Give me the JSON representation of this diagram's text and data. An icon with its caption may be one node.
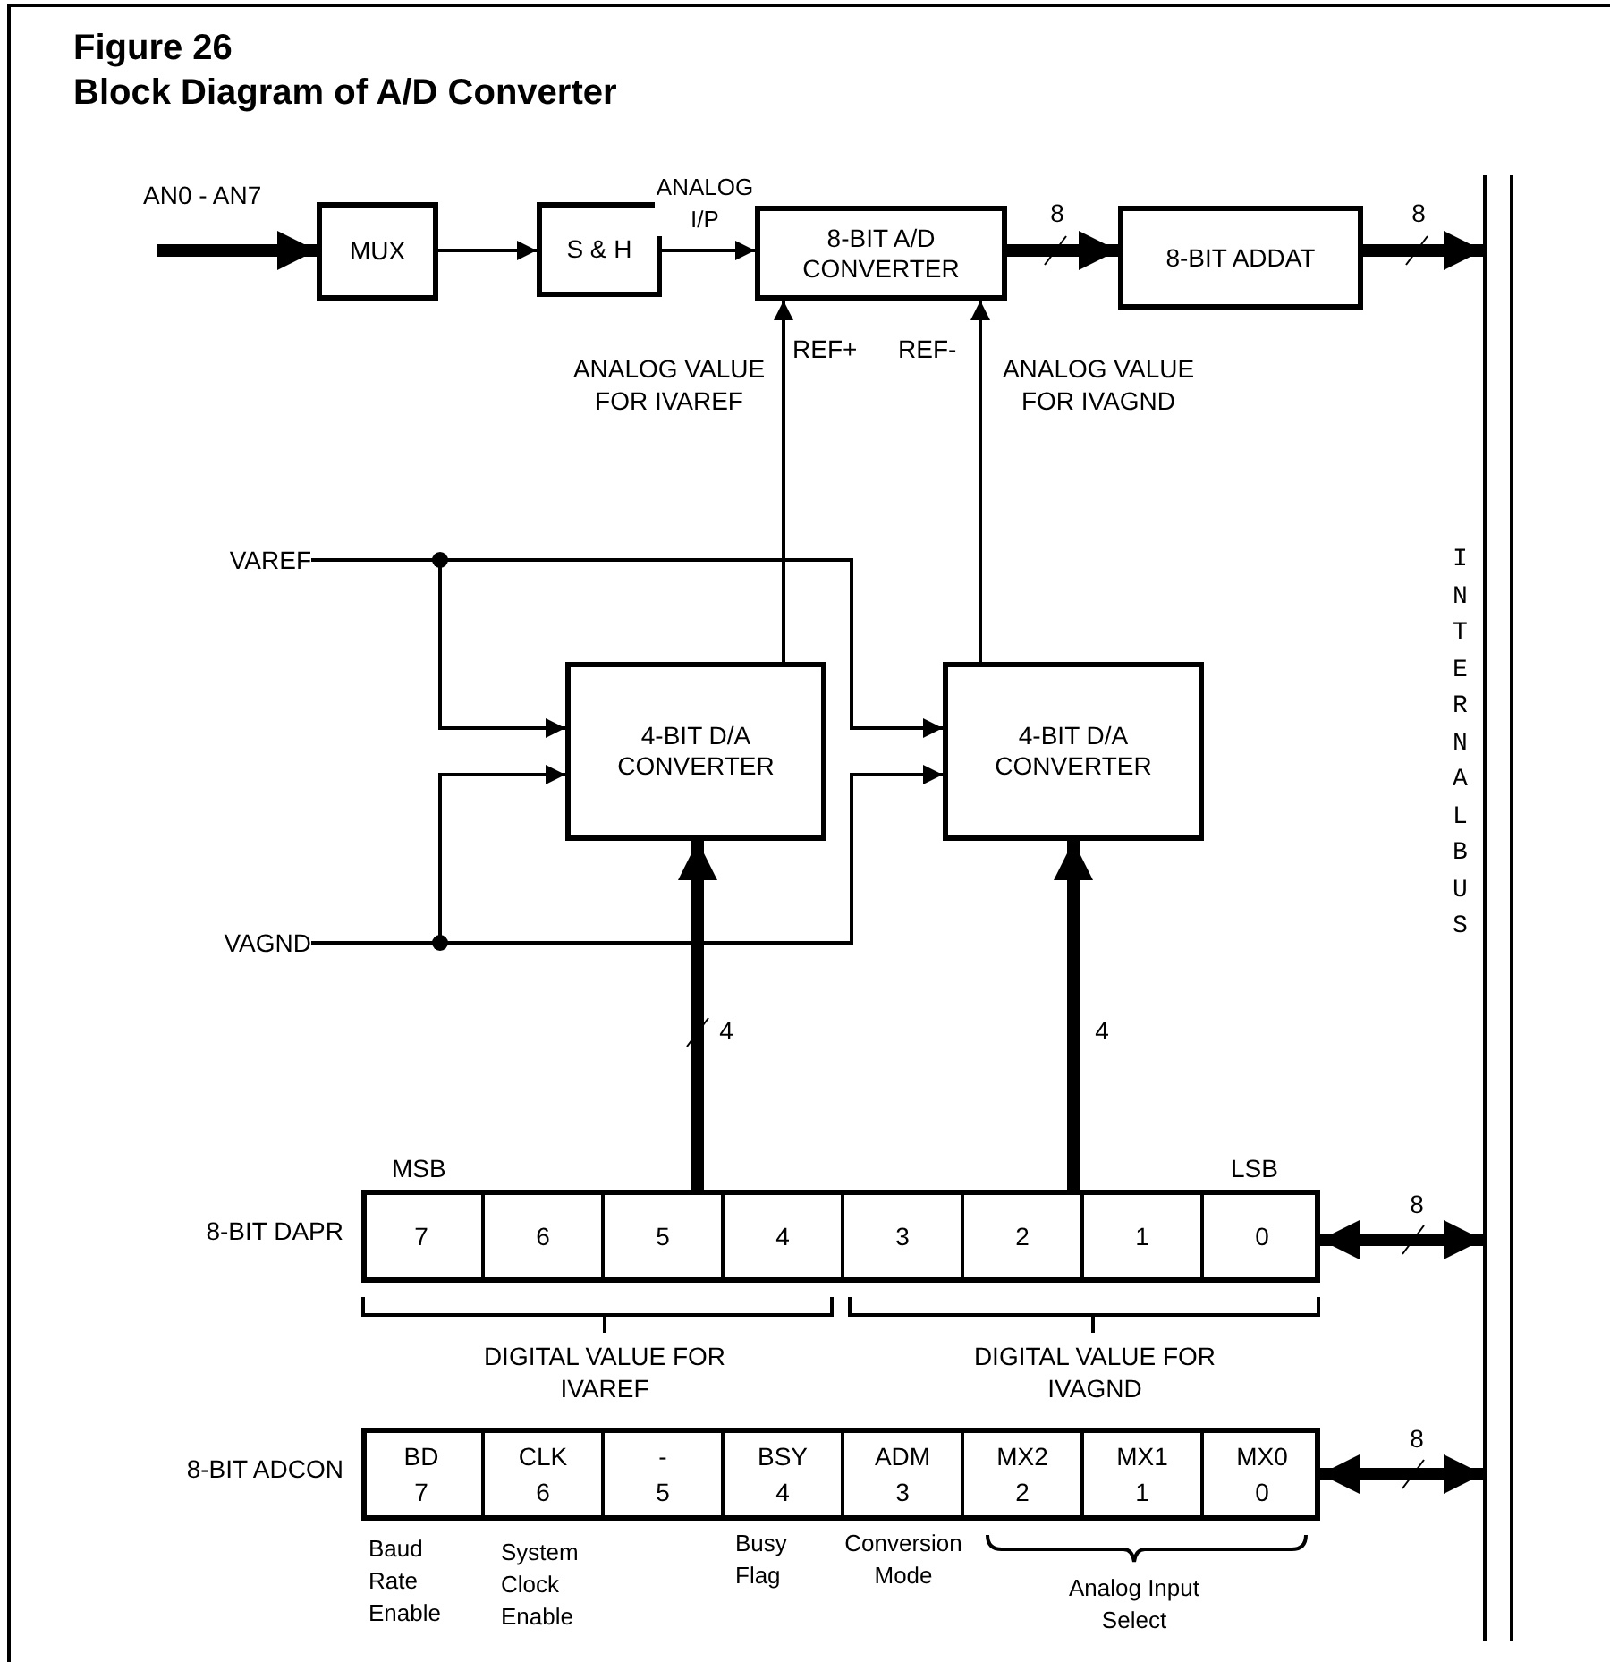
{
  "diagram": {
    "title": "Block Diagram of A/D Converter",
    "nodes": [
      {
        "text": [
          "MUX"
        ]
      },
      {
        "text": [
          "S & H"
        ]
      },
      {
        "text": [
          "8-BIT A/D CONVERTER"
        ]
      },
      {
        "text": [
          "8-BIT ADDAT"
        ]
      },
      {
        "text": [
          "INTERNAL BUS"
        ]
      },
      {
        "text": [
          "4-BIT D/A CONVERTER"
        ]
      },
      {
        "text": [
          "4-BIT D/A CONVERTER"
        ]
      },
      {
        "text": [
          "VAREF"
        ]
      },
      {
        "text": [
          "VAGND"
        ]
      },
      {
        "text": [
          "8-BIT DAPR"
        ]
      },
      {
        "text": [
          "7"
        ],
        "in": 9
      },
      {
        "text": [
          "6"
        ],
        "in": 9
      },
      {
        "text": [
          "5"
        ],
        "in": 9
      },
      {
        "text": [
          "4"
        ],
        "in": 9
      },
      {
        "text": [
          "3"
        ],
        "in": 9
      },
      {
        "text": [
          "2"
        ],
        "in": 9
      },
      {
        "text": [
          "1"
        ],
        "in": 9
      },
      {
        "text": [
          "0"
        ],
        "in": 9
      },
      {
        "text": [
          "8-BIT ADCON"
        ]
      },
      {
        "text": [
          "BD",
          "7"
        ],
        "in": 18
      },
      {
        "text": [
          "CLK",
          "6"
        ],
        "in": 18
      },
      {
        "text": [
          "-",
          "5"
        ],
        "in": 18
      },
      {
        "text": [
          "BSY",
          "4"
        ],
        "in": 18
      },
      {
        "text": [
          "ADM",
          "3"
        ],
        "in": 18
      },
      {
        "text": [
          "MX2",
          "2"
        ],
        "in": 18
      },
      {
        "text": [
          "MX1",
          "1"
        ],
        "in": 18
      },
      {
        "text": [
          "MX0",
          "0"
        ],
        "in": 18
      }
    ],
    "edges": [
      {
        "from": null,
        "to": 0,
        "arrow": "to",
        "style": "thick",
        "label": "AN0 - AN7"
      },
      {
        "from": 0,
        "to": 1,
        "arrow": "to"
      },
      {
        "from": 1,
        "to": 2,
        "arrow": "to",
        "label": "ANALOG I/P"
      },
      {
        "from": 2,
        "to": 3,
        "arrow": "to",
        "style": "thick",
        "label": "8"
      },
      {
        "from": 3,
        "to": 4,
        "arrow": "to",
        "style": "thick",
        "label": "8"
      },
      {
        "from": 5,
        "to": 2,
        "arrow": "to",
        "label": "ANALOG VALUE FOR IVAREF"
      },
      {
        "from": 6,
        "to": 2,
        "arrow": "to",
        "label": "ANALOG VALUE FOR IVAGND"
      },
      {
        "from": 7,
        "to": 5,
        "arrow": "to"
      },
      {
        "from": 7,
        "to": 6,
        "arrow": "to"
      },
      {
        "from": 8,
        "to": 5,
        "arrow": "to"
      },
      {
        "from": 8,
        "to": 6,
        "arrow": "to"
      },
      {
        "from": 12,
        "to": 5,
        "arrow": "to",
        "style": "thick",
        "label": "4"
      },
      {
        "from": 15,
        "to": 6,
        "arrow": "to",
        "style": "thick",
        "label": "4"
      },
      {
        "from": 9,
        "to": 4,
        "arrow": "both",
        "style": "thick",
        "label": "8"
      },
      {
        "from": 18,
        "to": 4,
        "arrow": "both",
        "style": "thick",
        "label": "8"
      }
    ],
    "labels": [
      "Figure 26",
      "REF+",
      "REF-",
      "MSB",
      "LSB",
      "DIGITAL VALUE FOR IVAREF",
      "DIGITAL VALUE FOR IVAGND",
      "Baud Rate Enable",
      "System Clock Enable",
      "Busy Flag",
      "Conversion Mode",
      "Analog Input Select"
    ]
  }
}
